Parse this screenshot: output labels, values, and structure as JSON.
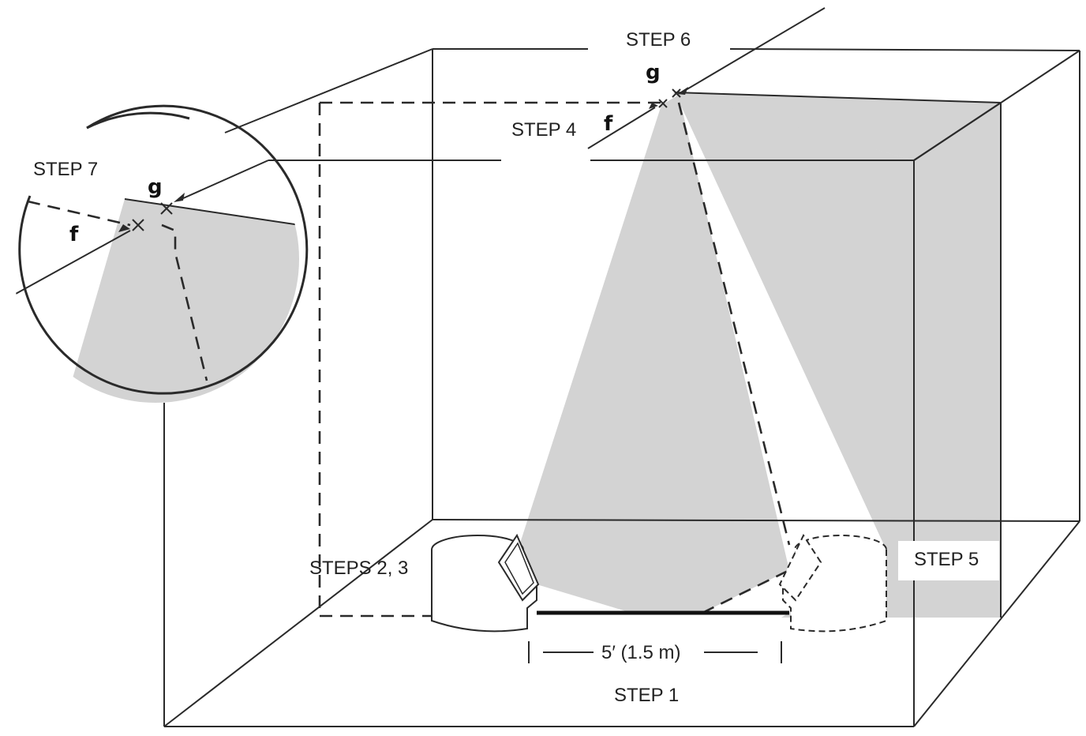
{
  "labels": {
    "step1": "STEP 1",
    "steps23": "STEPS 2, 3",
    "step4": "STEP 4",
    "step5": "STEP 5",
    "step6": "STEP 6",
    "step7": "STEP 7",
    "dimension": "5′ (1.5 m)",
    "point_f_main": "f",
    "point_g_main": "g",
    "point_f_inset": "f",
    "point_g_inset": "g"
  },
  "colors": {
    "shade": "#d3d3d3",
    "line": "#2a2a2a"
  }
}
